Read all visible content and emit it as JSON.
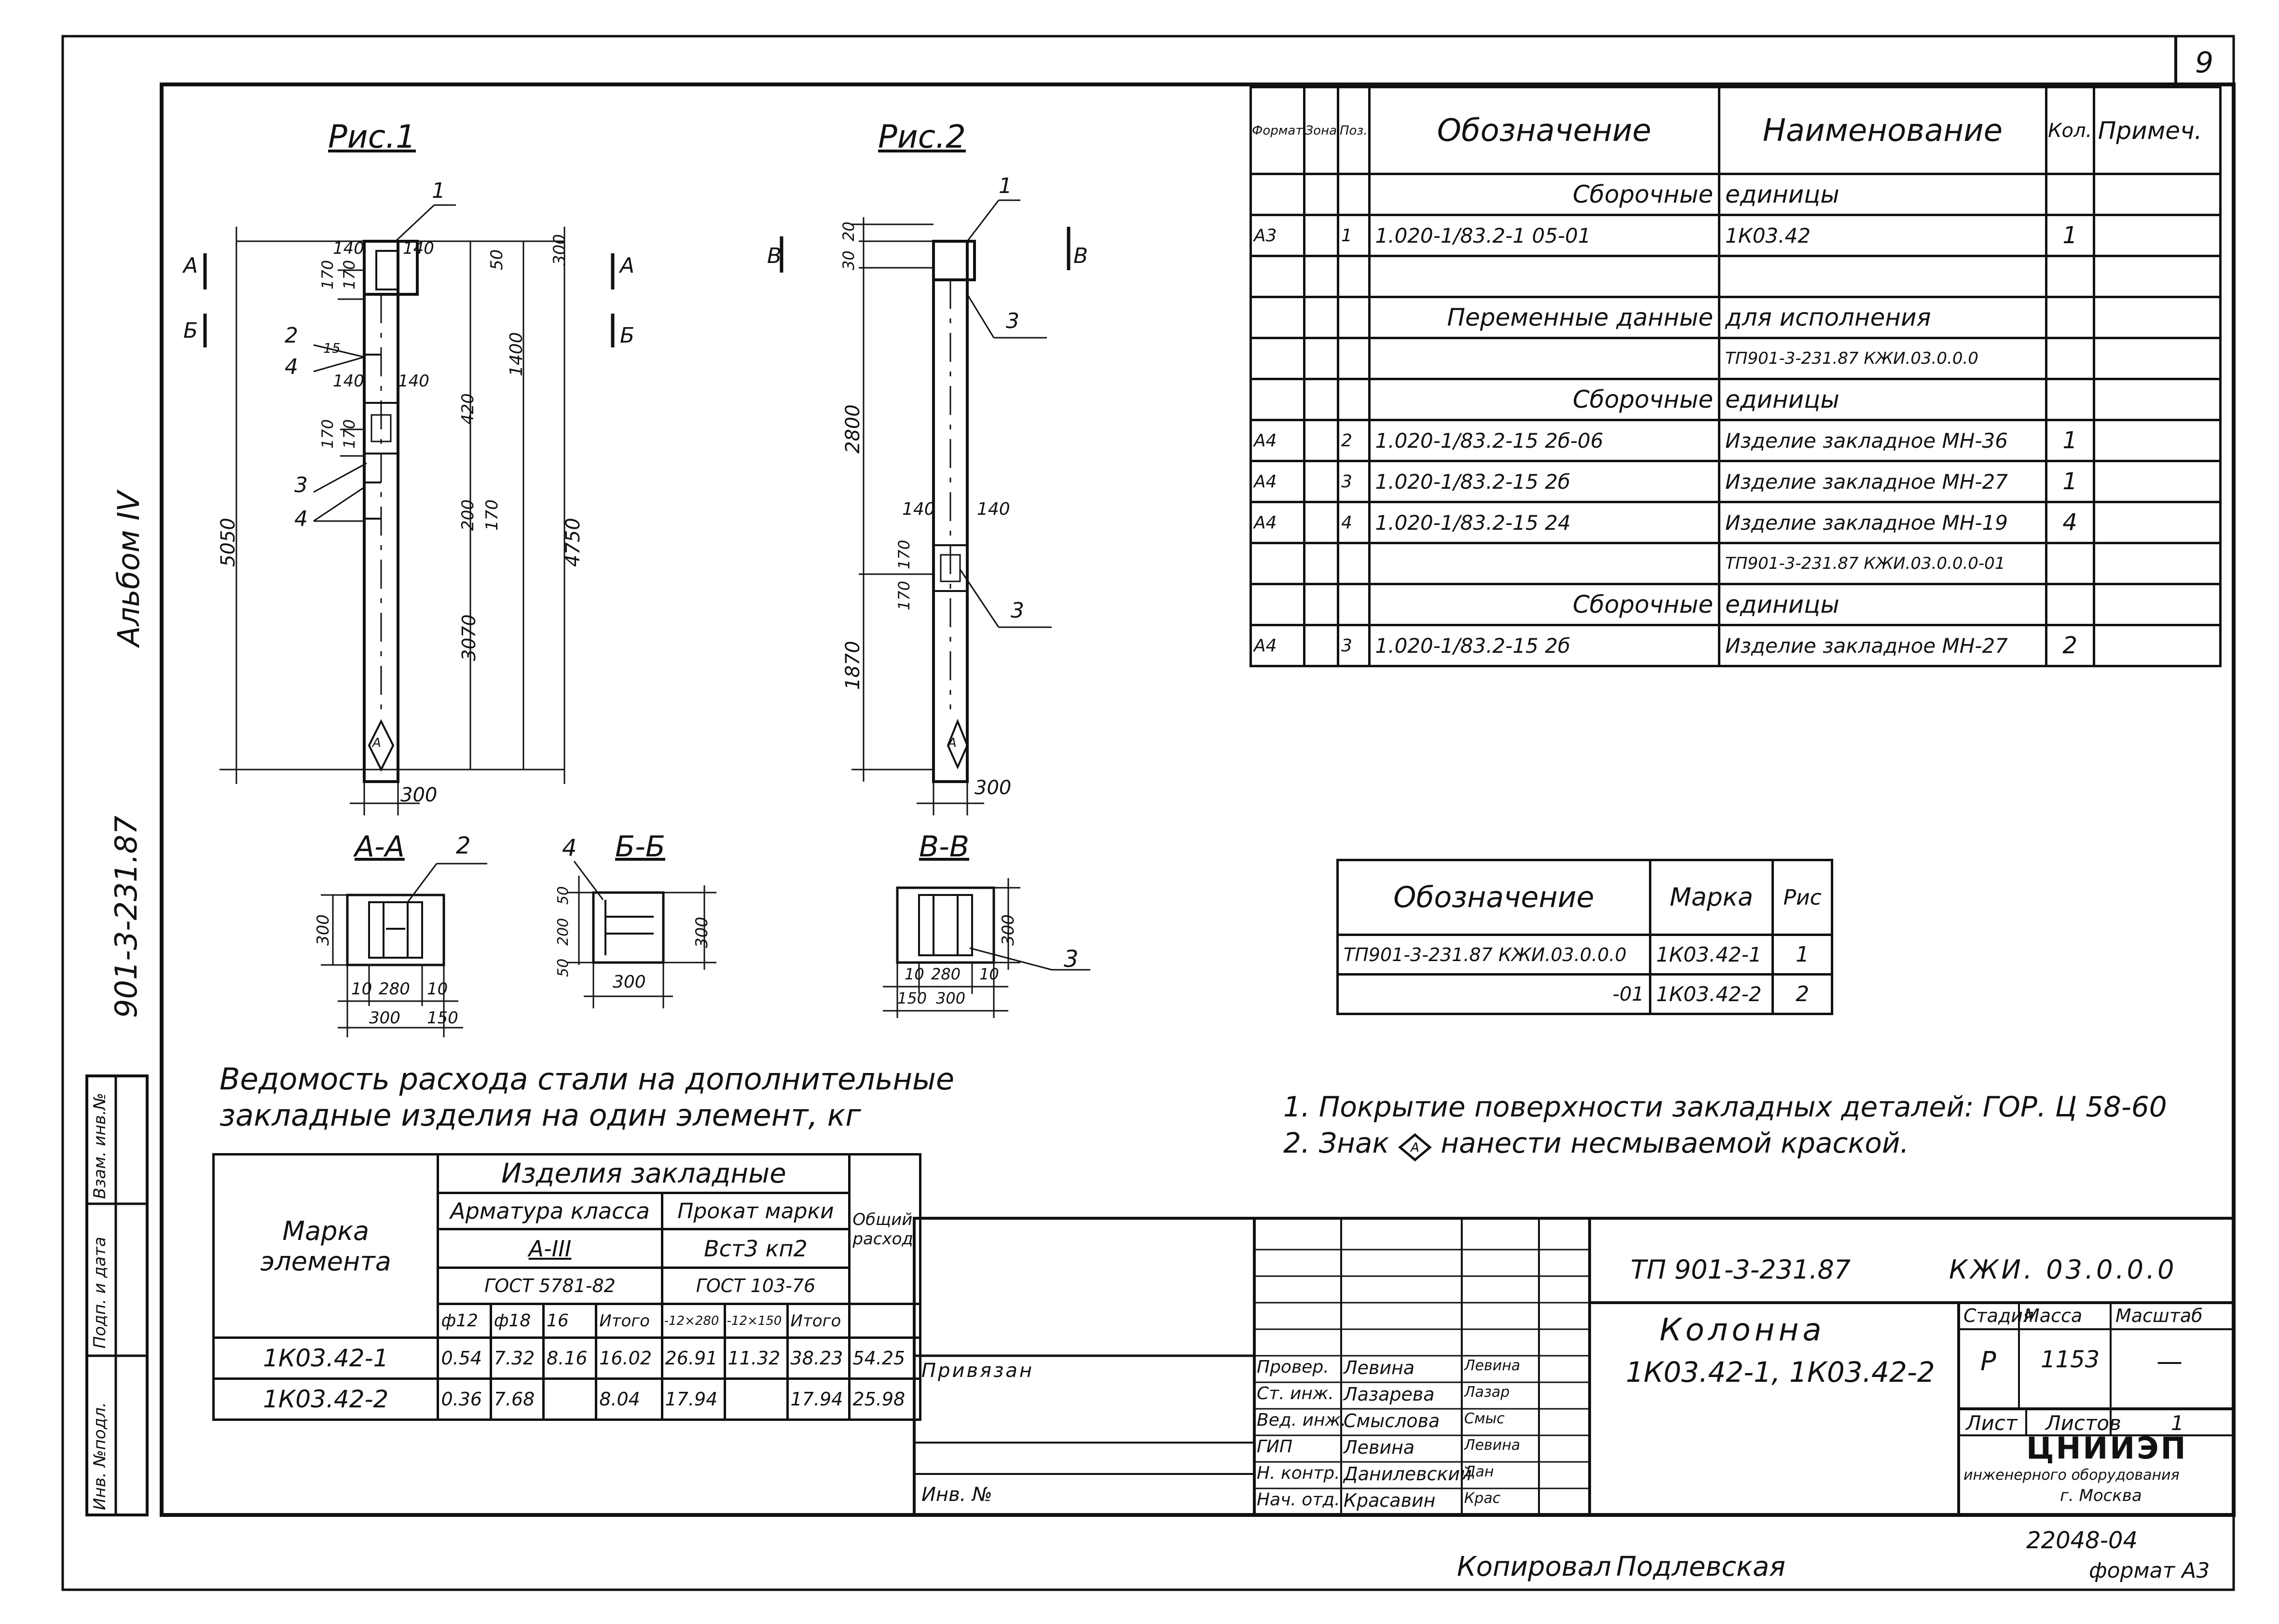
{
  "sheet": {
    "number": "9",
    "album_side": "Альбом IV",
    "project_side": "901-3-231.87",
    "bottom_code": "22048-04",
    "format": "формат А3",
    "copied": "Копировал",
    "copied_name": "Подлевская",
    "left_strip": [
      "Инв. №подл.",
      "Подп. и дата",
      "Взам. инв.№"
    ]
  },
  "fig1": {
    "title": "Рис.1",
    "dims": {
      "total_h": "5050",
      "h4750": "4750",
      "h1400": "1400",
      "h420": "420",
      "h3070": "3070",
      "h200": "200",
      "h170a": "170",
      "h170b": "170",
      "h170c": "170",
      "h170d": "170",
      "h170e": "170",
      "w140a": "140",
      "w140b": "140",
      "w140c": "140",
      "w140d": "140",
      "w50": "50",
      "w300top": "300",
      "w300": "300",
      "h15": "15"
    },
    "pos": [
      "1",
      "2",
      "4",
      "3",
      "4"
    ],
    "sect": [
      "А",
      "А",
      "Б",
      "Б"
    ],
    "mark": "А"
  },
  "fig2": {
    "title": "Рис.2",
    "dims": {
      "h2800": "2800",
      "h1870": "1870",
      "h170a": "170",
      "h170b": "170",
      "w140a": "140",
      "w140b": "140",
      "top20": "20",
      "top30": "30",
      "w300": "300"
    },
    "pos": [
      "1",
      "3",
      "3"
    ],
    "sect": [
      "В",
      "В"
    ],
    "mark": "А"
  },
  "sections": {
    "aa": {
      "title": "А-А",
      "pos": "2",
      "d300": "300",
      "d10a": "10",
      "d280": "280",
      "d10b": "10",
      "d300b": "300",
      "d150": "150"
    },
    "bb": {
      "title": "Б-Б",
      "pos": "4",
      "d50a": "50",
      "d200": "200",
      "d50b": "50",
      "d300v": "300",
      "d300h": "300"
    },
    "vv": {
      "title": "В-В",
      "pos": "3",
      "d300": "300",
      "d10a": "10",
      "d280": "280",
      "d10b": "10",
      "d150": "150",
      "d300b": "300"
    }
  },
  "spec": {
    "headers": [
      "Формат",
      "Зона",
      "Поз.",
      "Обозначение",
      "Наименование",
      "Кол.",
      "Примеч."
    ],
    "rows": [
      {
        "fmt": "",
        "zone": "",
        "pos": "",
        "code": "Сборочные",
        "name": "единицы",
        "qty": "",
        "note": ""
      },
      {
        "fmt": "А3",
        "zone": "",
        "pos": "1",
        "code": "1.020-1/83.2-1   05-01",
        "name": "1К03.42",
        "qty": "1",
        "note": ""
      },
      {
        "fmt": "",
        "zone": "",
        "pos": "",
        "code": "",
        "name": "",
        "qty": "",
        "note": ""
      },
      {
        "fmt": "",
        "zone": "",
        "pos": "",
        "code": "Переменные данные",
        "name": "для исполнения",
        "qty": "",
        "note": ""
      },
      {
        "fmt": "",
        "zone": "",
        "pos": "",
        "code": "",
        "name": "ТП901-3-231.87 КЖИ.03.0.0.0",
        "qty": "",
        "note": ""
      },
      {
        "fmt": "",
        "zone": "",
        "pos": "",
        "code": "Сборочные",
        "name": "единицы",
        "qty": "",
        "note": ""
      },
      {
        "fmt": "А4",
        "zone": "",
        "pos": "2",
        "code": "1.020-1/83.2-15    2б-06",
        "name": "Изделие закладное МН-36",
        "qty": "1",
        "note": ""
      },
      {
        "fmt": "А4",
        "zone": "",
        "pos": "3",
        "code": "1.020-1/83.2-15    2б",
        "name": "Изделие закладное МН-27",
        "qty": "1",
        "note": ""
      },
      {
        "fmt": "А4",
        "zone": "",
        "pos": "4",
        "code": "1.020-1/83.2-15    24",
        "name": "Изделие закладное МН-19",
        "qty": "4",
        "note": ""
      },
      {
        "fmt": "",
        "zone": "",
        "pos": "",
        "code": "",
        "name": "ТП901-3-231.87 КЖИ.03.0.0.0-01",
        "qty": "",
        "note": ""
      },
      {
        "fmt": "",
        "zone": "",
        "pos": "",
        "code": "Сборочные",
        "name": "единицы",
        "qty": "",
        "note": ""
      },
      {
        "fmt": "А4",
        "zone": "",
        "pos": "3",
        "code": "1.020-1/83.2-15    2б",
        "name": "Изделие закладное МН-27",
        "qty": "2",
        "note": ""
      }
    ]
  },
  "marks_table": {
    "headers": [
      "Обозначение",
      "Марка",
      "Рис"
    ],
    "rows": [
      [
        "ТП901-3-231.87 КЖИ.03.0.0.0",
        "1К03.42-1",
        "1"
      ],
      [
        "-01",
        "1К03.42-2",
        "2"
      ]
    ]
  },
  "notes": [
    "1. Покрытие поверхности закладных деталей: ГОР. Ц 58-60",
    "2. Знак",
    "нанести несмываемой краской."
  ],
  "steel": {
    "title1": "Ведомость расхода стали на дополнительные",
    "title2": "закладные изделия на один элемент, кг",
    "h_mark": "Марка элемента",
    "h_items": "Изделия закладные",
    "h_arm": "Арматура класса",
    "h_prokat": "Прокат марки",
    "h_total": "Общий расход",
    "h_a3": "А-III",
    "h_bst": "Вст3 кп2",
    "h_gost1": "ГОСТ 5781-82",
    "h_gost2": "ГОСТ 103-76",
    "cols": [
      "ф12",
      "ф18",
      "16",
      "Итого",
      "-12×280",
      "-12×150",
      "Итого"
    ],
    "rows": [
      [
        "1К03.42-1",
        "0.54",
        "7.32",
        "8.16",
        "16.02",
        "26.91",
        "11.32",
        "38.23",
        "54.25"
      ],
      [
        "1К03.42-2",
        "0.36",
        "7.68",
        "",
        "8.04",
        "17.94",
        "",
        "17.94",
        "25.98"
      ]
    ]
  },
  "stamp": {
    "privyazan": "Привязан",
    "inv": "Инв. №",
    "doc_code": "ТП 901-3-231.87",
    "doc_code2": "КЖИ. 03.0.0.0",
    "title": "Колонна",
    "title2": "1К03.42-1, 1К03.42-2",
    "stage_h": "Стадия",
    "mass_h": "Масса",
    "scale_h": "Масштаб",
    "stage": "Р",
    "mass": "1153",
    "scale": "—",
    "sheet_h": "Лист",
    "sheets_h": "Листов",
    "sheets": "1",
    "org": "ЦНИИЭП",
    "org2": "инженерного оборудования",
    "org3": "г. Москва",
    "people": [
      {
        "role": "Провер.",
        "name": "Левина",
        "sign": "Левина"
      },
      {
        "role": "Ст. инж.",
        "name": "Лазарева",
        "sign": "Лазар"
      },
      {
        "role": "Вед. инж.",
        "name": "Смыслова",
        "sign": "Смыс"
      },
      {
        "role": "ГИП",
        "name": "Левина",
        "sign": "Левина"
      },
      {
        "role": "Н. контр.",
        "name": "Данилевский",
        "sign": "Дан"
      },
      {
        "role": "Нач. отд.",
        "name": "Красавин",
        "sign": "Крас"
      }
    ]
  }
}
